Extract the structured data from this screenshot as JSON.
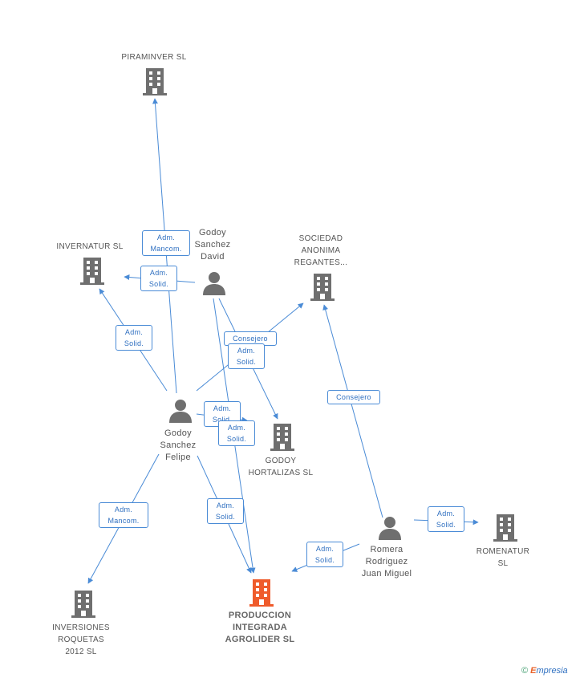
{
  "nodes": {
    "piraminver": {
      "label": "PIRAMINVER SL",
      "kind": "company"
    },
    "invernatur": {
      "label": "INVERNATUR SL",
      "kind": "company"
    },
    "godoy_david": {
      "label": "Godoy\nSanchez\nDavid",
      "kind": "person"
    },
    "sociedad": {
      "label": "SOCIEDAD\nANONIMA\nREGANTES...",
      "kind": "company"
    },
    "godoy_felipe": {
      "label": "Godoy\nSanchez\nFelipe",
      "kind": "person"
    },
    "godoy_hortalizas": {
      "label": "GODOY\nHORTALIZAS SL",
      "kind": "company"
    },
    "inversiones": {
      "label": "INVERSIONES\nROQUETAS\n2012 SL",
      "kind": "company"
    },
    "produccion": {
      "label": "PRODUCCION\nINTEGRADA\nAGROLIDER SL",
      "kind": "main-company"
    },
    "romera": {
      "label": "Romera\nRodriguez\nJuan Miguel",
      "kind": "person"
    },
    "romenatur": {
      "label": "ROMENATUR\nSL",
      "kind": "company"
    }
  },
  "edge_labels": {
    "felipe_piraminver": "Adm.\nMancom.",
    "david_invernatur": "Adm.\nSolid.",
    "felipe_invernatur": "Adm.\nSolid.",
    "felipe_sociedad": "Consejero",
    "david_hortalizas": "Adm.\nSolid.",
    "felipe_hortalizas_a": "Adm.\nSolid.",
    "felipe_hortalizas_b": "Adm.\nSolid.",
    "romera_sociedad": "Consejero",
    "felipe_inversiones": "Adm.\nMancom.",
    "felipe_produccion": "Adm.\nSolid.",
    "romera_romenatur": "Adm.\nSolid.",
    "romera_produccion": "Adm.\nSolid."
  },
  "colors": {
    "edge": "#4a8bd6",
    "company_icon": "#6f6f6f",
    "main_company_icon": "#ef5b2b",
    "person_icon": "#6f6f6f"
  },
  "brand": {
    "symbol": "©",
    "e": "E",
    "rest": "mpresia"
  }
}
